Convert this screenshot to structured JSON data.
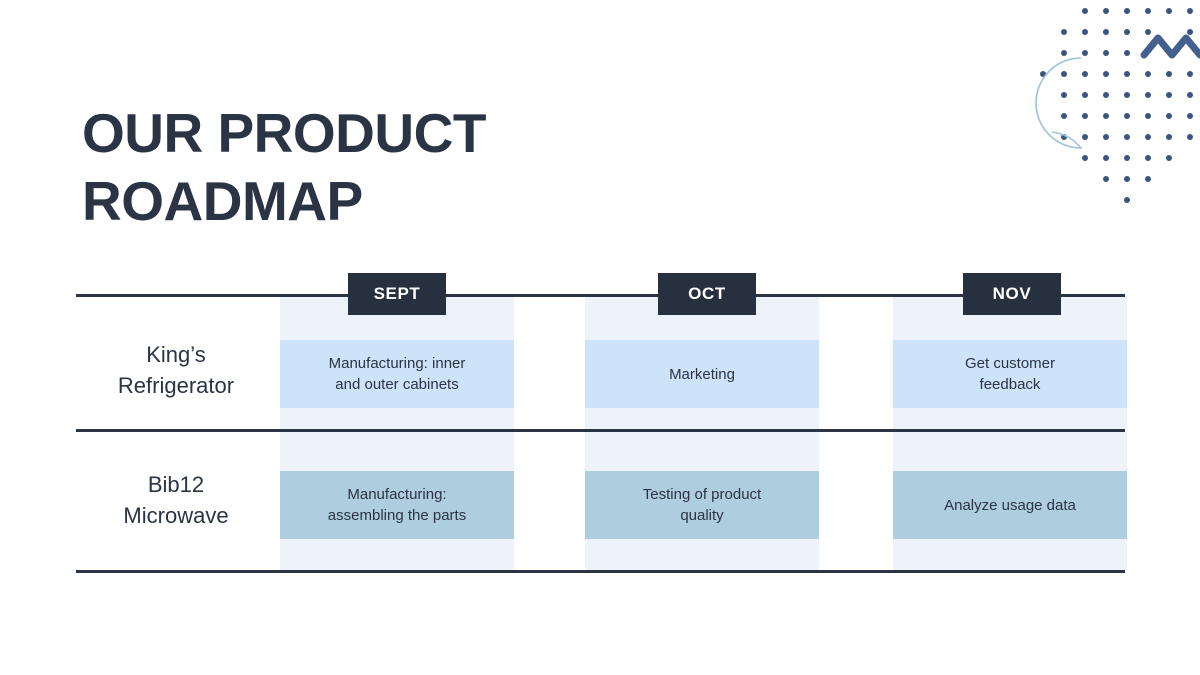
{
  "slide": {
    "title": "OUR PRODUCT\nROADMAP",
    "background_color": "#ffffff"
  },
  "colors": {
    "ink": "#2b3444",
    "chip_background": "#27303e",
    "chip_text": "#ffffff",
    "column_band": "#eef3fb",
    "row0_bar": "#cce3f9",
    "row1_bar": "#aecdde",
    "decor_dot": "#3c5580",
    "decor_zigzag": "#44608e",
    "decor_circle": "#9cc2de"
  },
  "decoration": {
    "dot_grid_name": "dot-grid",
    "zigzag_name": "zigzag-line",
    "circle_name": "circle-outline"
  },
  "chart_data": {
    "type": "table",
    "title": "OUR PRODUCT ROADMAP",
    "columns": [
      "SEPT",
      "OCT",
      "NOV"
    ],
    "rows": [
      {
        "label": "King’s\nRefrigerator",
        "label_plain": "King’s Refrigerator",
        "bar_color": "#cce3f9",
        "tasks": [
          "Manufacturing: inner\nand outer cabinets",
          "Marketing",
          "Get customer\nfeedback"
        ]
      },
      {
        "label": "Bib12\nMicrowave",
        "label_plain": "Bib12 Microwave",
        "bar_color": "#aecdde",
        "tasks": [
          "Manufacturing:\nassembling the parts",
          "Testing of product\nquality",
          "Analyze usage data"
        ]
      }
    ]
  }
}
